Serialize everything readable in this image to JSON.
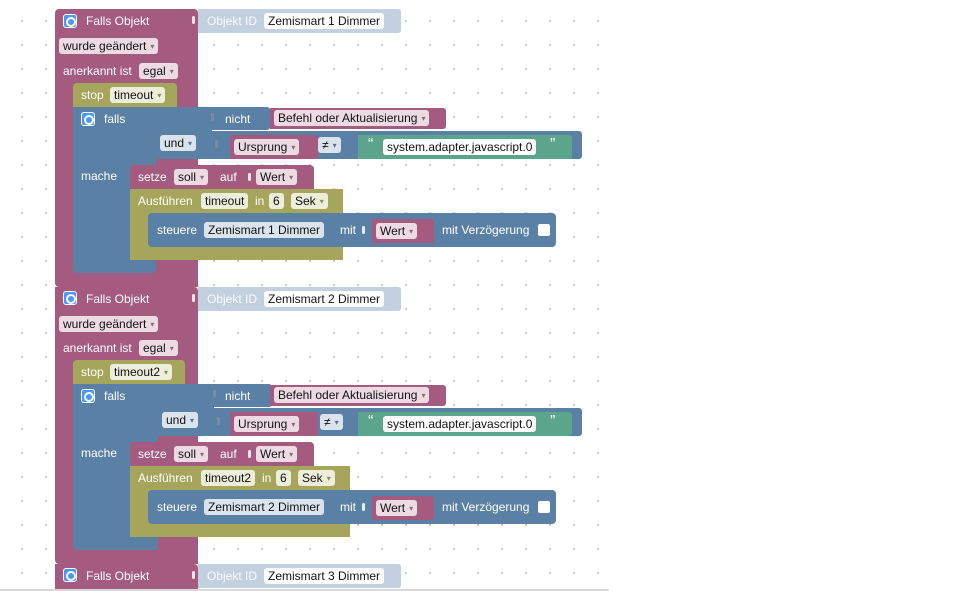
{
  "colors": {
    "event_block": "#a55b80",
    "timeout_block": "#a5a55b",
    "logic_block": "#5b80a5",
    "text_block": "#5ba58c",
    "object_id_block": "#c2d0e0"
  },
  "labels": {
    "falls_objekt": "Falls Objekt",
    "objekt_id": "Objekt ID",
    "wurde_geaendert": "wurde geändert",
    "anerkannt_ist": "anerkannt ist",
    "egal": "egal",
    "stop": "stop",
    "falls": "falls",
    "nicht": "nicht",
    "befehl": "Befehl oder Aktualisierung",
    "und": "und",
    "ursprung": "Ursprung",
    "ne": "≠",
    "quote_open": "“",
    "quote_close": "”",
    "adapter": "system.adapter.javascript.0",
    "mache": "mache",
    "setze": "setze",
    "soll": "soll",
    "auf": "auf",
    "wert": "Wert",
    "ausfuehren": "Ausführen",
    "in": "in",
    "sek": "Sek",
    "steuere": "steuere",
    "mit": "mit",
    "mit_verzoegerung": "mit Verzögerung",
    "arrow": "▾"
  },
  "rules": [
    {
      "object": "Zemismart 1  Dimmer",
      "timeout_var": "timeout",
      "delay": "6"
    },
    {
      "object": "Zemismart 2  Dimmer",
      "timeout_var": "timeout2",
      "delay": "6"
    },
    {
      "object": "Zemismart 3  Dimmer"
    }
  ]
}
